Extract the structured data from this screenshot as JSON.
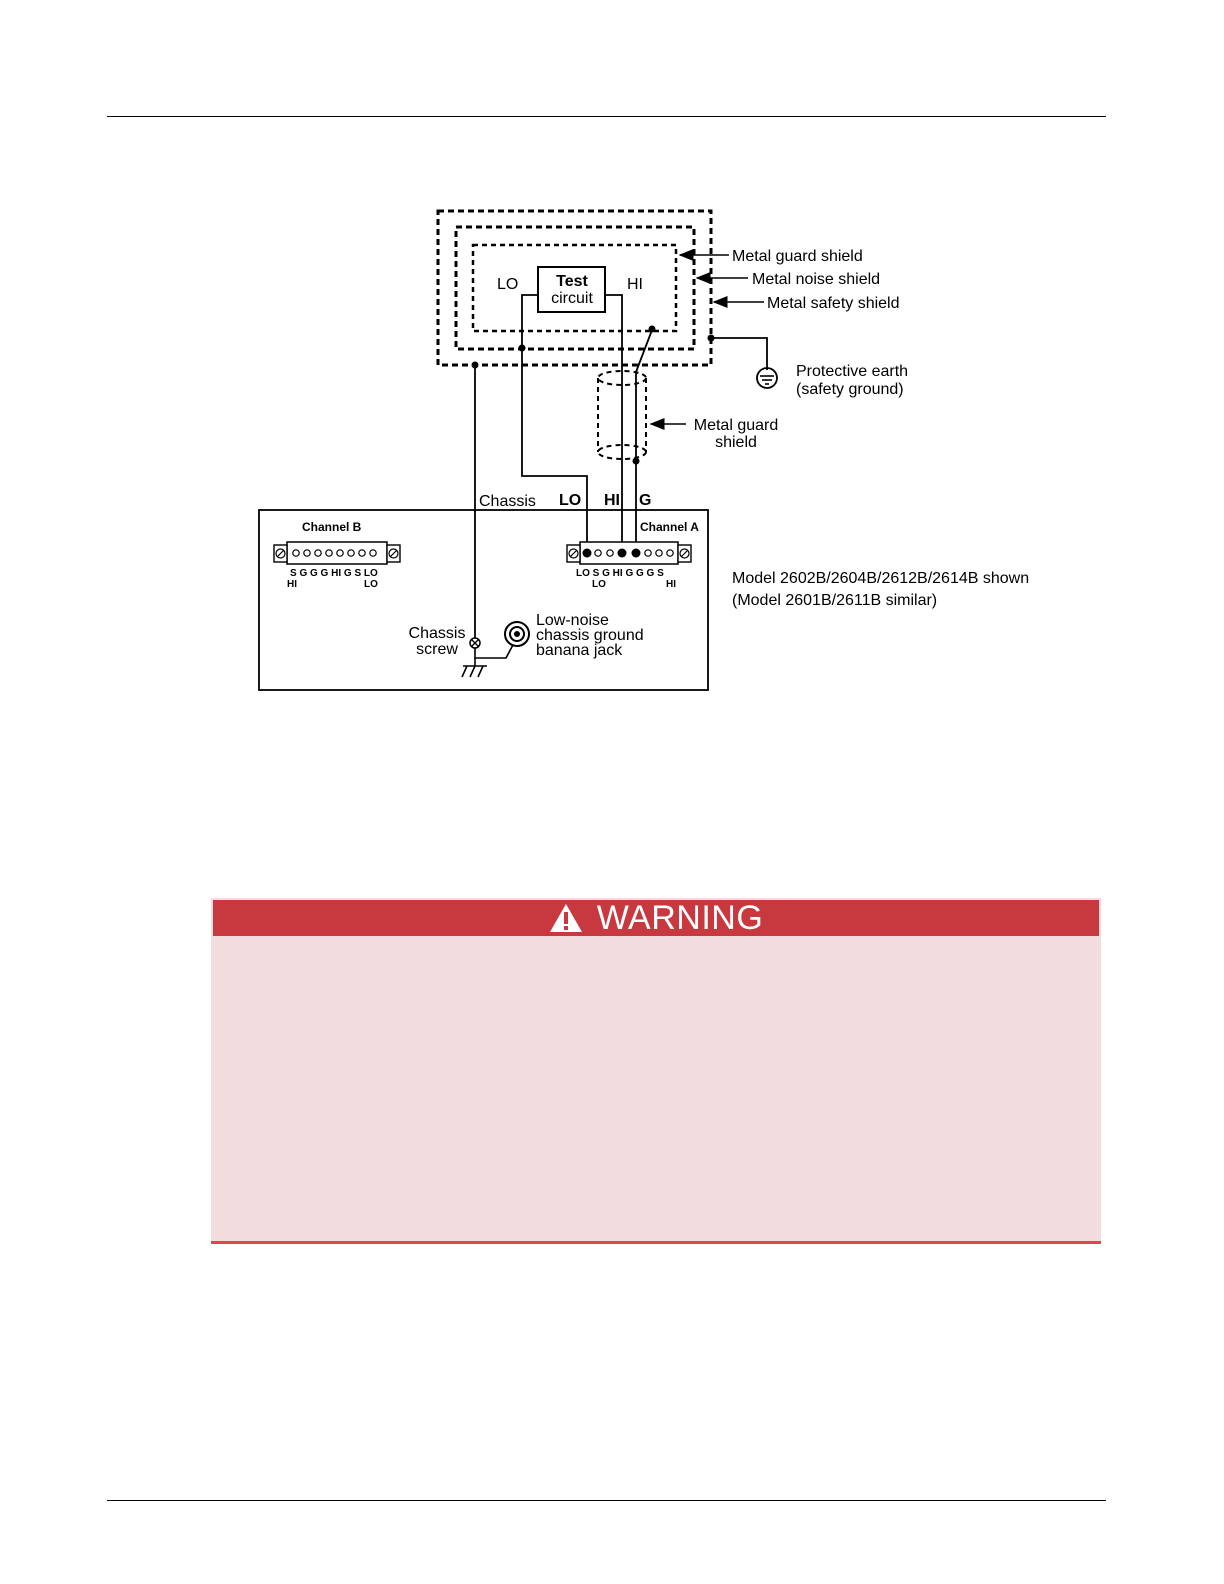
{
  "warning": {
    "title": "WARNING"
  },
  "diagram": {
    "labels": {
      "guard_shield": "Metal guard shield",
      "noise_shield": "Metal noise shield",
      "safety_shield": "Metal safety shield",
      "protective_earth_line1": "Protective earth",
      "protective_earth_line2": "(safety ground)",
      "cable_guard_line1": "Metal guard",
      "cable_guard_line2": "shield",
      "test_circuit_line1": "Test",
      "test_circuit_line2": "circuit",
      "lo": "LO",
      "hi": "HI",
      "chassis": "Chassis",
      "lo_wire": "LO",
      "hi_wire": "HI",
      "g_wire": "G",
      "channel_b": "Channel B",
      "channel_a": "Channel A",
      "channel_b_pins": "S  G G G HI  G  S  LO",
      "channel_b_pins_sub_left": "HI",
      "channel_b_pins_sub_right": "LO",
      "channel_a_pins": "LO S  G HI  G G  G  S",
      "channel_a_pins_sub_left": "LO",
      "channel_a_pins_sub_right": "HI",
      "chassis_screw_line1": "Chassis",
      "chassis_screw_line2": "screw",
      "banana_line1": "Low-noise",
      "banana_line2": "chassis ground",
      "banana_line3": "banana jack",
      "model_line1": "Model 2602B/2604B/2612B/2614B shown",
      "model_line2": "(Model 2601B/2611B similar)"
    }
  }
}
